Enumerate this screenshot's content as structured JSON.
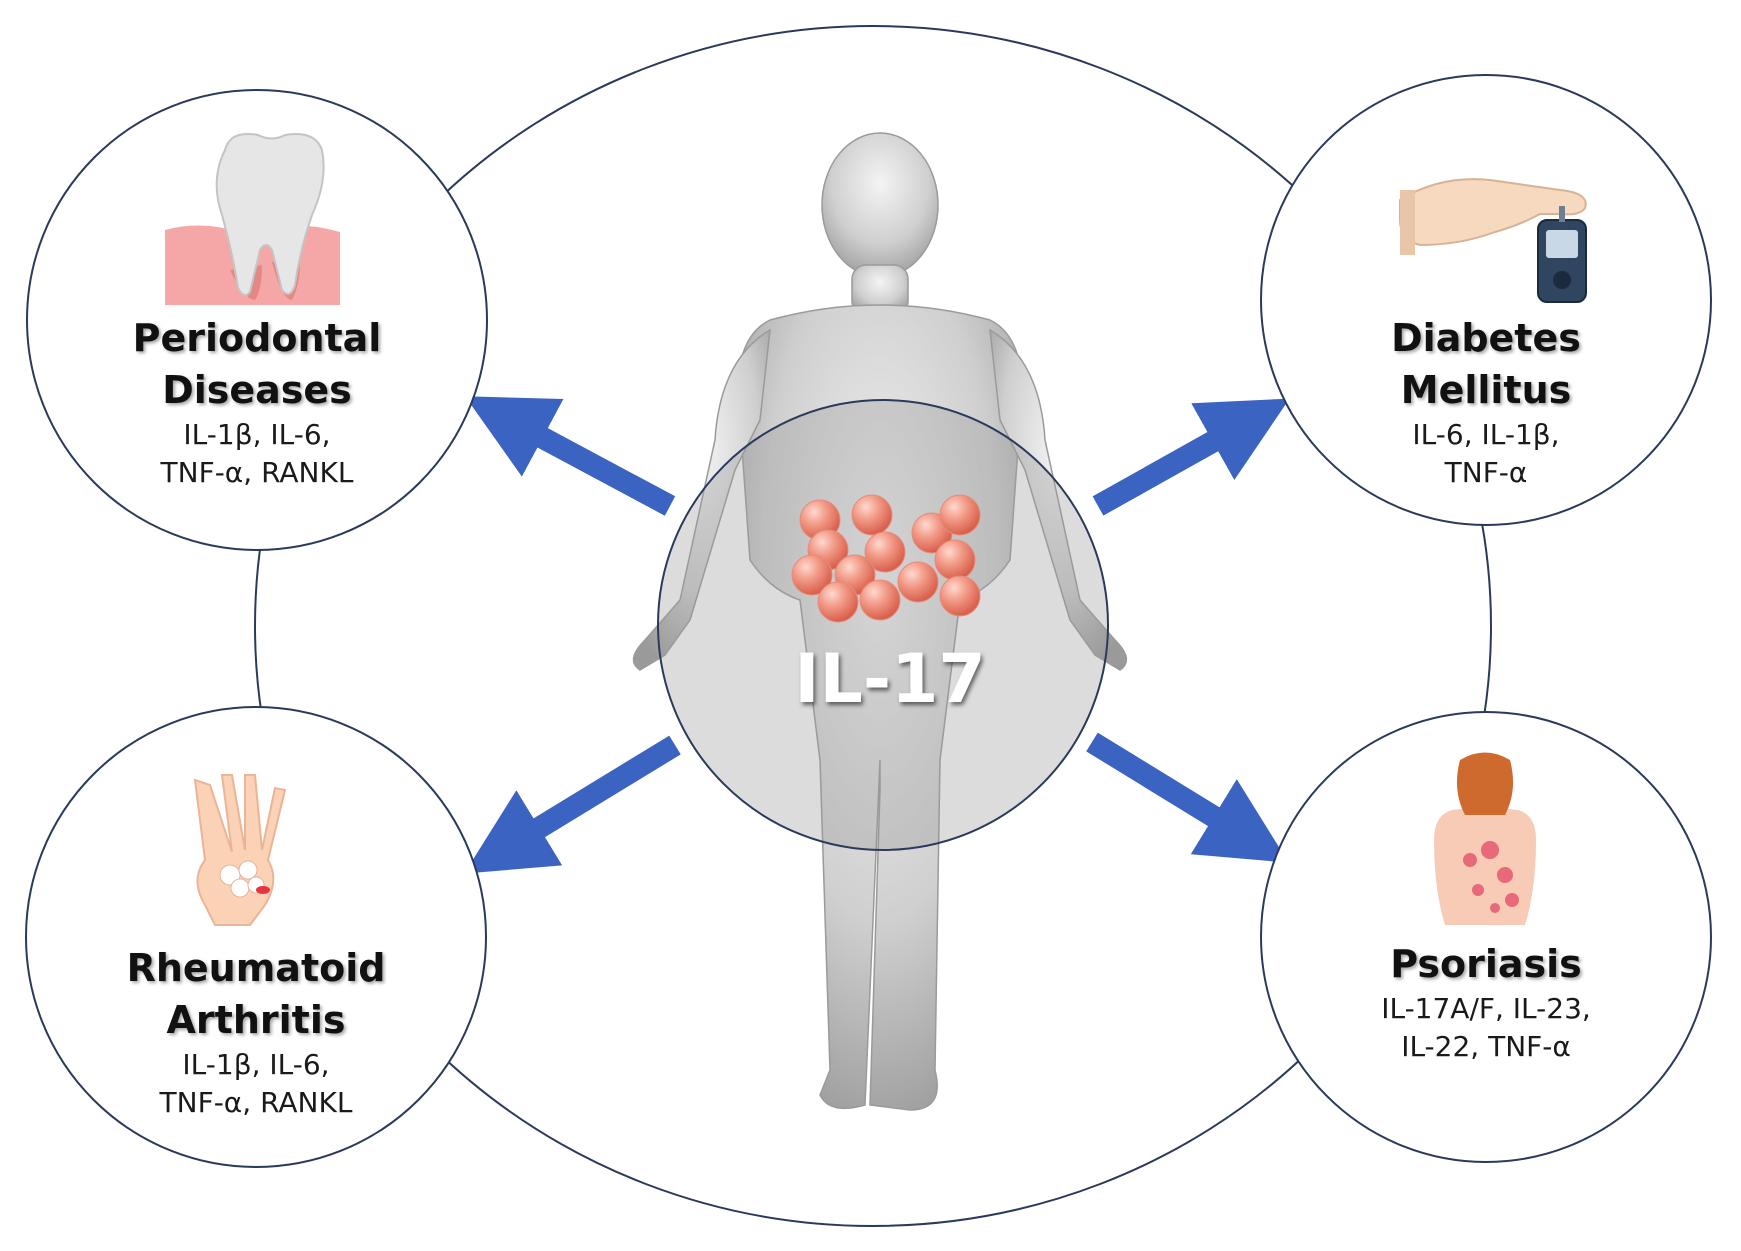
{
  "center": {
    "label": "IL-17"
  },
  "diseases": [
    {
      "id": "periodontal",
      "title_line1": "Periodontal",
      "title_line2": "Diseases",
      "sub_line1": "IL-1β, IL-6,",
      "sub_line2": "TNF-α, RANKL",
      "icon": "tooth-gum-icon"
    },
    {
      "id": "diabetes",
      "title_line1": "Diabetes",
      "title_line2": "Mellitus",
      "sub_line1": "IL-6, IL-1β,",
      "sub_line2": "TNF-α",
      "icon": "glucose-meter-hand-icon"
    },
    {
      "id": "rheumatoid",
      "title_line1": "Rheumatoid",
      "title_line2": "Arthritis",
      "sub_line1": "IL-1β, IL-6,",
      "sub_line2": "TNF-α, RANKL",
      "icon": "hand-joint-icon"
    },
    {
      "id": "psoriasis",
      "title_line1": "Psoriasis",
      "title_line2": "",
      "sub_line1": "IL-17A/F, IL-23,",
      "sub_line2": "IL-22, TNF-α",
      "icon": "psoriasis-back-icon"
    }
  ],
  "colors": {
    "circle_stroke": "#2a3a5c",
    "arrow": "#3b63c2",
    "cell": "#f08a78",
    "body": "#c9c9c9"
  }
}
